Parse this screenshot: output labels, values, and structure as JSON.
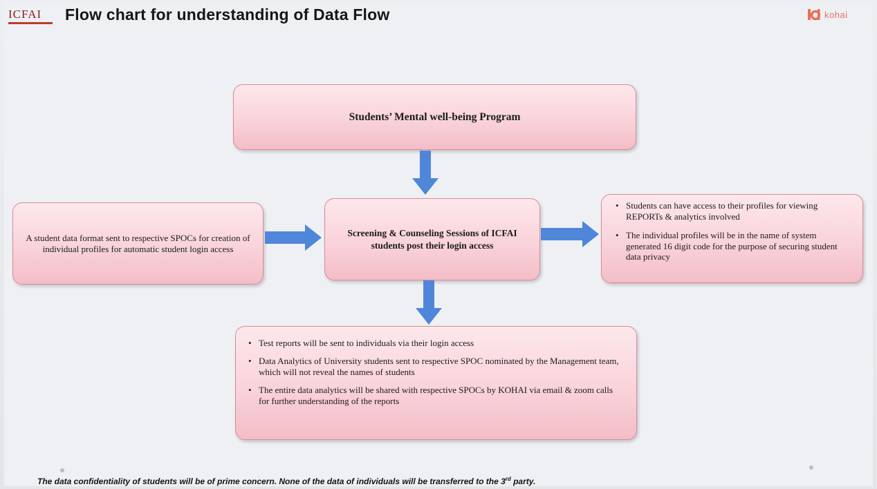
{
  "header": {
    "logo_text": "ICFAI",
    "title": "Flow chart for understanding of Data Flow",
    "brand_text": "kohai"
  },
  "diagram": {
    "top_box": "Students’ Mental well-being Program",
    "left_box": "A student data format sent to respective SPOCs for creation of individual profiles for automatic student login access",
    "center_box": "Screening & Counseling Sessions of ICFAI  students post their login access",
    "right_box": [
      "Students can have access to their profiles for viewing REPORTs & analytics involved",
      "The individual profiles will be in the name of system generated 16 digit code for the purpose of securing student data privacy"
    ],
    "bottom_box": [
      "Test reports will be sent to individuals via their login access",
      "Data Analytics of University students sent to respective SPOC nominated by the Management team, which will not reveal the names of students",
      "The entire data analytics will be shared with respective SPOCs by KOHAI via email & zoom calls for further understanding of the reports"
    ]
  },
  "footer": {
    "note_before": "The data confidentiality of students will be of prime concern. None of the data of individuals will be transferred to the 3",
    "note_sup": "rd",
    "note_after": " party."
  },
  "colors": {
    "box_fill": "#f9d3da",
    "box_border": "#d98a97",
    "arrow": "#4f86d9",
    "brand": "#e8705a"
  }
}
